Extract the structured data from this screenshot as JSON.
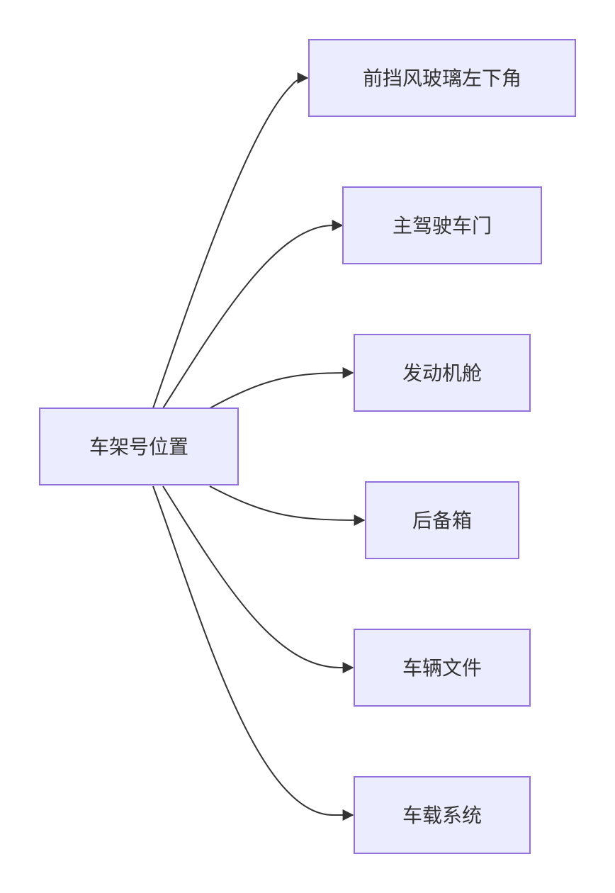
{
  "diagram": {
    "type": "flowchart-left-right",
    "colors": {
      "node_fill": "#ececff",
      "node_stroke": "#9370db",
      "edge": "#333333",
      "text": "#333333"
    },
    "root": {
      "label": "车架号位置"
    },
    "targets": [
      {
        "label": "前挡风玻璃左下角"
      },
      {
        "label": "主驾驶车门"
      },
      {
        "label": "发动机舱"
      },
      {
        "label": "后备箱"
      },
      {
        "label": "车辆文件"
      },
      {
        "label": "车载系统"
      }
    ]
  }
}
